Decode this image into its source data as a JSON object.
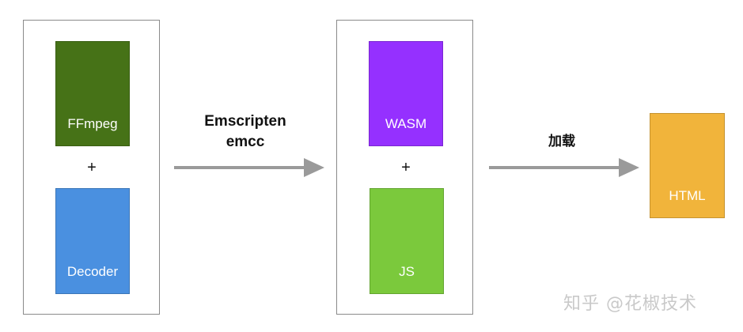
{
  "diagram": {
    "input_group": {
      "blocks": [
        {
          "label": "FFmpeg",
          "color": "#467217"
        },
        {
          "label": "Decoder",
          "color": "#4a90e0"
        }
      ],
      "plus": "+"
    },
    "compile_arrow": {
      "label_line1": "Emscripten",
      "label_line2": "emcc"
    },
    "output_group": {
      "blocks": [
        {
          "label": "WASM",
          "color": "#9530ff"
        },
        {
          "label": "JS",
          "color": "#7bc93c"
        }
      ],
      "plus": "+"
    },
    "load_arrow": {
      "label": "加载"
    },
    "target_block": {
      "label": "HTML",
      "color": "#f1b43b"
    },
    "arrow_color": "#9a9a9a"
  },
  "watermark": "知乎 @花椒技术"
}
